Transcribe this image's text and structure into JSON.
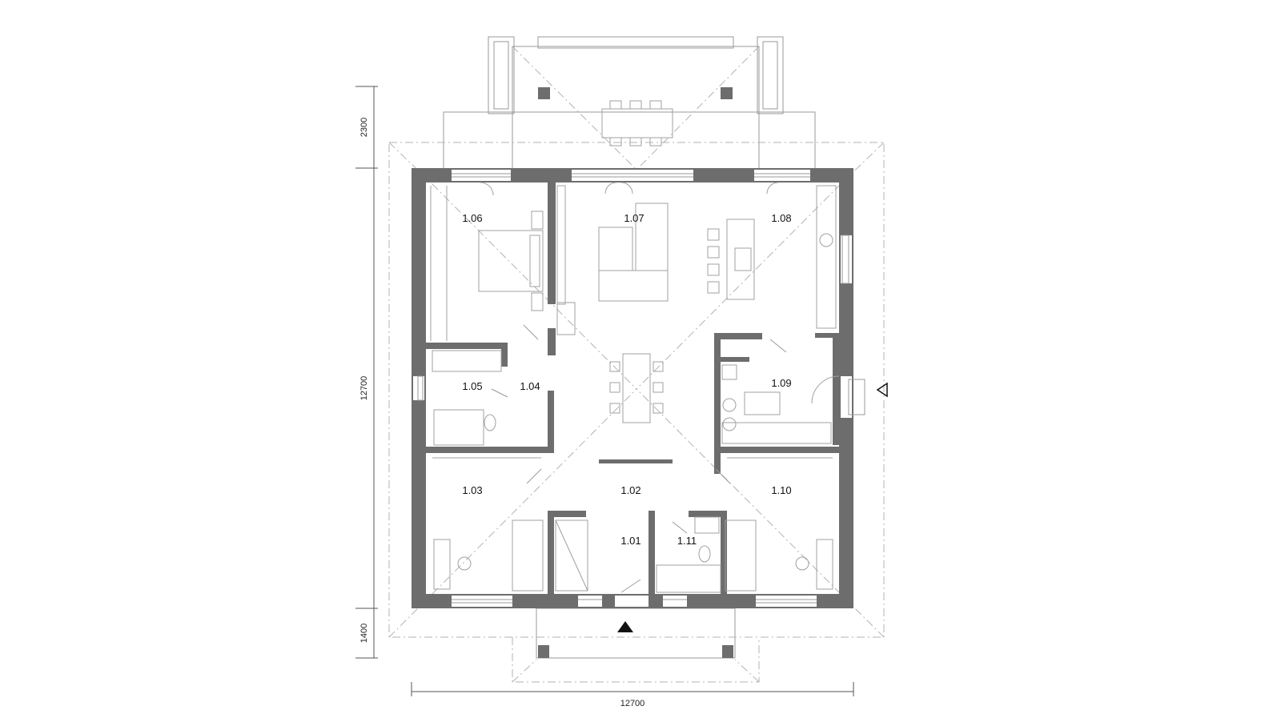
{
  "rooms": {
    "r101": "1.01",
    "r102": "1.02",
    "r103": "1.03",
    "r104": "1.04",
    "r105": "1.05",
    "r106": "1.06",
    "r107": "1.07",
    "r108": "1.08",
    "r109": "1.09",
    "r110": "1.10",
    "r111": "1.11"
  },
  "dimensions": {
    "width_bottom": "12700",
    "height_total": "12700",
    "height_top_terrace": "2300",
    "height_bottom_porch": "1400"
  },
  "markers": {
    "main_entrance": "main-entrance-arrow",
    "side_entrance": "side-entrance-arrow"
  },
  "colors": {
    "wall": "#6d6d6d",
    "line": "#9a9a9a"
  }
}
